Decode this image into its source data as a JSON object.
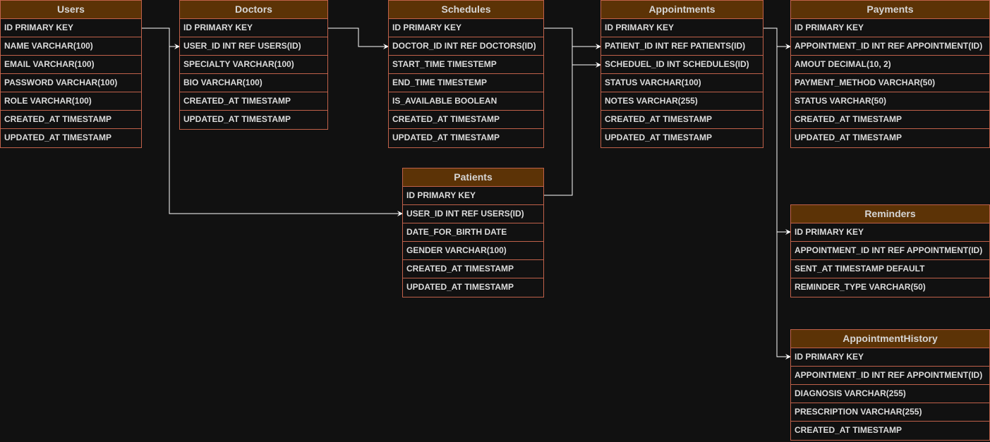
{
  "tables": {
    "users": {
      "title": "Users",
      "fields": [
        "ID PRIMARY KEY",
        "NAME VARCHAR(100)",
        "EMAIL VARCHAR(100)",
        "PASSWORD VARCHAR(100)",
        "ROLE VARCHAR(100)",
        "CREATED_AT TIMESTAMP",
        "UPDATED_AT TIMESTAMP"
      ]
    },
    "doctors": {
      "title": "Doctors",
      "fields": [
        "ID PRIMARY KEY",
        "USER_ID INT REF USERS(ID)",
        "SPECIALTY VARCHAR(100)",
        "BIO VARCHAR(100)",
        "CREATED_AT TIMESTAMP",
        "UPDATED_AT TIMESTAMP"
      ]
    },
    "schedules": {
      "title": "Schedules",
      "fields": [
        "ID PRIMARY KEY",
        "DOCTOR_ID INT REF DOCTORS(ID)",
        "START_TIME TIMESTEMP",
        "END_TIME TIMESTEMP",
        "IS_AVAILABLE BOOLEAN",
        "CREATED_AT TIMESTAMP",
        "UPDATED_AT TIMESTAMP"
      ]
    },
    "appointments": {
      "title": "Appointments",
      "fields": [
        "ID PRIMARY KEY",
        "PATIENT_ID INT REF PATIENTS(ID)",
        "SCHEDUEL_ID INT SCHEDULES(ID)",
        "STATUS VARCHAR(100)",
        "NOTES VARCHAR(255)",
        "CREATED_AT TIMESTAMP",
        "UPDATED_AT TIMESTAMP"
      ]
    },
    "payments": {
      "title": "Payments",
      "fields": [
        "ID PRIMARY KEY",
        "APPOINTMENT_ID INT REF APPOINTMENT(ID)",
        "AMOUT DECIMAL(10, 2)",
        "PAYMENT_METHOD VARCHAR(50)",
        "STATUS VARCHAR(50)",
        "CREATED_AT TIMESTAMP",
        "UPDATED_AT TIMESTAMP"
      ]
    },
    "patients": {
      "title": "Patients",
      "fields": [
        "ID PRIMARY KEY",
        "USER_ID INT REF USERS(ID)",
        "DATE_FOR_BIRTH DATE",
        "GENDER VARCHAR(100)",
        "CREATED_AT TIMESTAMP",
        "UPDATED_AT TIMESTAMP"
      ]
    },
    "reminders": {
      "title": "Reminders",
      "fields": [
        "ID PRIMARY KEY",
        "APPOINTMENT_ID INT REF APPOINTMENT(ID)",
        "SENT_AT TIMESTAMP DEFAULT",
        "REMINDER_TYPE VARCHAR(50)"
      ]
    },
    "appointment_history": {
      "title": "AppointmentHistory",
      "fields": [
        "ID PRIMARY KEY",
        "APPOINTMENT_ID INT REF APPOINTMENT(ID)",
        "DIAGNOSIS VARCHAR(255)",
        "PRESCRIPTION VARCHAR(255)",
        "CREATED_AT TIMESTAMP"
      ]
    }
  },
  "colors": {
    "background": "#111111",
    "header_fill": "#5c3306",
    "border": "#c0614a",
    "text": "#dcdcdc",
    "connector": "#ffffff"
  }
}
